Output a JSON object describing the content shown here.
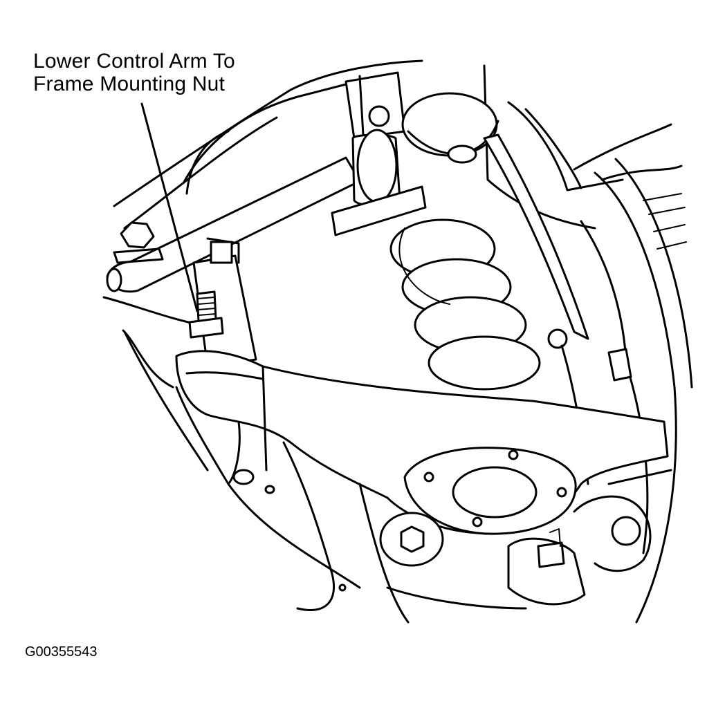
{
  "callout": {
    "line1": "Lower Control Arm To",
    "line2": "Frame Mounting Nut"
  },
  "figure_id": "G00355543",
  "colors": {
    "ink": "#000000",
    "paper": "#ffffff"
  }
}
